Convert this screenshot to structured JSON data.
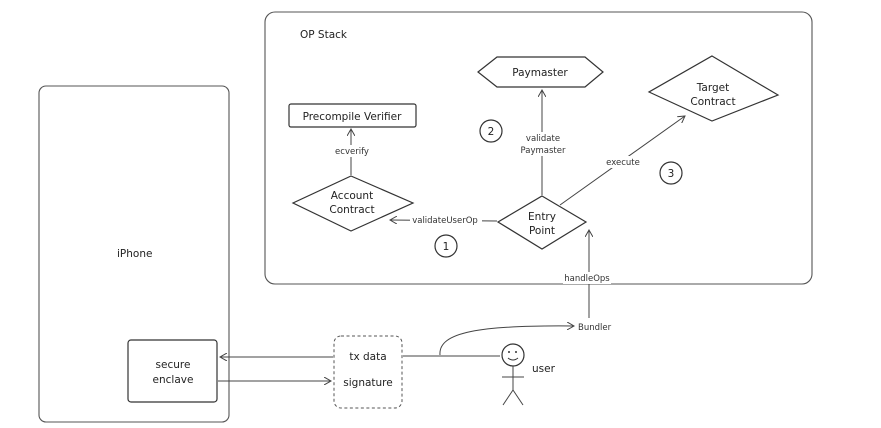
{
  "op_stack": {
    "label": "OP Stack"
  },
  "phone": {
    "label": "iPhone"
  },
  "nodes": {
    "paymaster": "Paymaster",
    "target_contract": [
      "Target",
      "Contract"
    ],
    "precompile_verifier": "Precompile Verifier",
    "account_contract": [
      "Account",
      "Contract"
    ],
    "entry_point": [
      "Entry",
      "Point"
    ],
    "secure_enclave": [
      "secure",
      "enclave"
    ],
    "tx_box": [
      "tx data",
      "signature"
    ],
    "bundler": "Bundler",
    "user": "user"
  },
  "edges": {
    "ecverify": "ecverify",
    "validate_paymaster": [
      "validate",
      "Paymaster"
    ],
    "execute": "execute",
    "validate_user_op": "validateUserOp",
    "handle_ops": "handleOps"
  },
  "steps": [
    "1",
    "2",
    "3"
  ]
}
